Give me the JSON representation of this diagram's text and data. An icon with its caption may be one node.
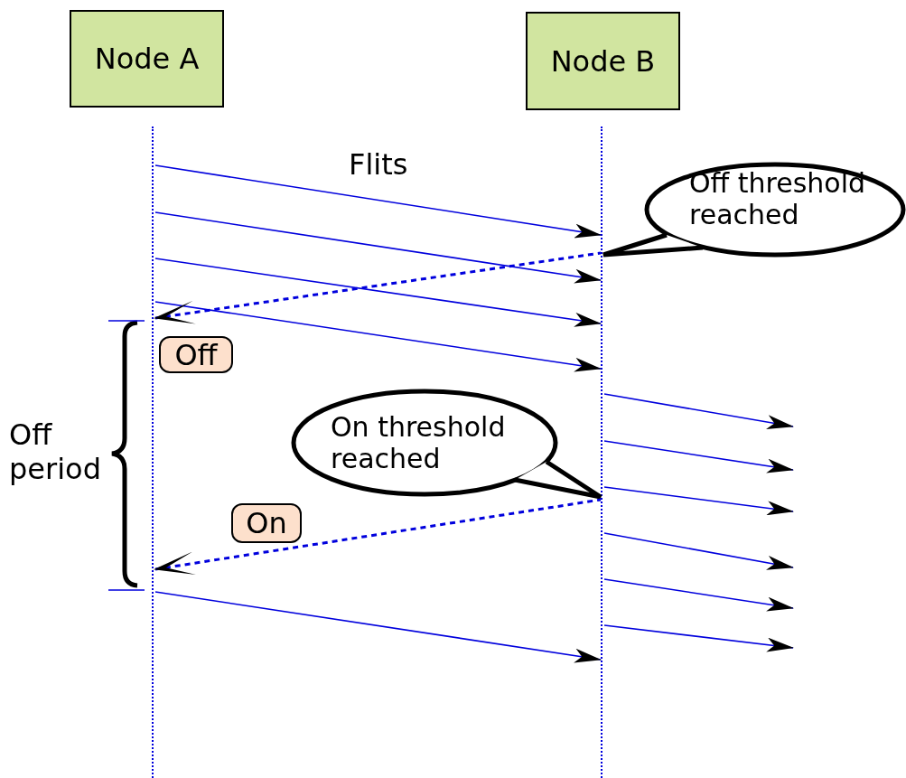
{
  "diagram": {
    "nodes": [
      {
        "text": [
          "Node A"
        ]
      },
      {
        "text": [
          "Node B"
        ]
      },
      {
        "text": [],
        "shape": "line"
      },
      {
        "text": [],
        "shape": "line"
      },
      {
        "text": [
          "Off threshold reached"
        ]
      },
      {
        "text": [
          "Off"
        ]
      },
      {
        "text": [
          "On threshold reached"
        ]
      },
      {
        "text": [
          "On"
        ]
      }
    ],
    "edges": [
      {
        "from": 2,
        "to": 3,
        "arrow": "to"
      },
      {
        "from": 2,
        "to": 3,
        "arrow": "to"
      },
      {
        "from": 2,
        "to": 3,
        "arrow": "to"
      },
      {
        "from": 2,
        "to": 3,
        "arrow": "to"
      },
      {
        "from": 3,
        "to": 2,
        "arrow": "to",
        "style": "dashed"
      },
      {
        "from": 3,
        "to": null,
        "arrow": "to"
      },
      {
        "from": 3,
        "to": null,
        "arrow": "to"
      },
      {
        "from": 3,
        "to": null,
        "arrow": "to"
      },
      {
        "from": 3,
        "to": null,
        "arrow": "to"
      },
      {
        "from": 3,
        "to": null,
        "arrow": "to"
      },
      {
        "from": 3,
        "to": null,
        "arrow": "to"
      },
      {
        "from": 3,
        "to": 2,
        "arrow": "to",
        "style": "dashed"
      },
      {
        "from": 2,
        "to": 3,
        "arrow": "to"
      }
    ],
    "labels": [
      "Flits",
      "Off period"
    ]
  }
}
